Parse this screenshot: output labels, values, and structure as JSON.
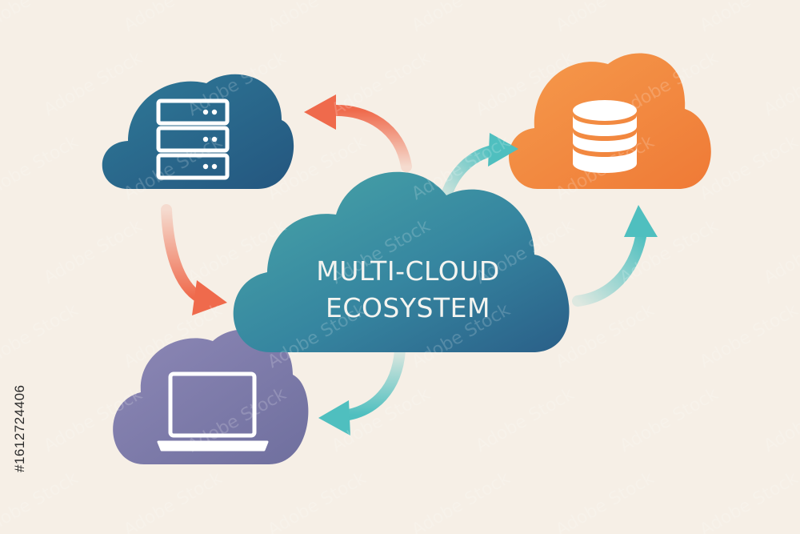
{
  "diagram": {
    "title_lines": [
      "MULTI-CLOUD",
      "ECOSYSTEM"
    ],
    "nodes": [
      {
        "id": "server-cloud",
        "icon": "server-rack-icon",
        "color": "#2d6a8e"
      },
      {
        "id": "database-cloud",
        "icon": "database-icon",
        "color": "#f0843c"
      },
      {
        "id": "laptop-cloud",
        "icon": "laptop-icon",
        "color": "#7f7ca8"
      },
      {
        "id": "hub-cloud",
        "icon": "none",
        "color": "#3a8a9e"
      }
    ],
    "connections": [
      {
        "from": "hub-cloud",
        "to": "server-cloud",
        "color": "#ef6a4c"
      },
      {
        "from": "server-cloud",
        "to": "hub-cloud",
        "color": "#ef6a4c"
      },
      {
        "from": "hub-cloud",
        "to": "database-cloud",
        "color": "#4fbfbf"
      },
      {
        "from": "hub-cloud",
        "to": "database-cloud",
        "color": "#4fbfbf"
      },
      {
        "from": "hub-cloud",
        "to": "laptop-cloud",
        "color": "#4fbfbf"
      }
    ]
  },
  "stock_id": "#1612724406",
  "watermark_text": "Adobe Stock"
}
